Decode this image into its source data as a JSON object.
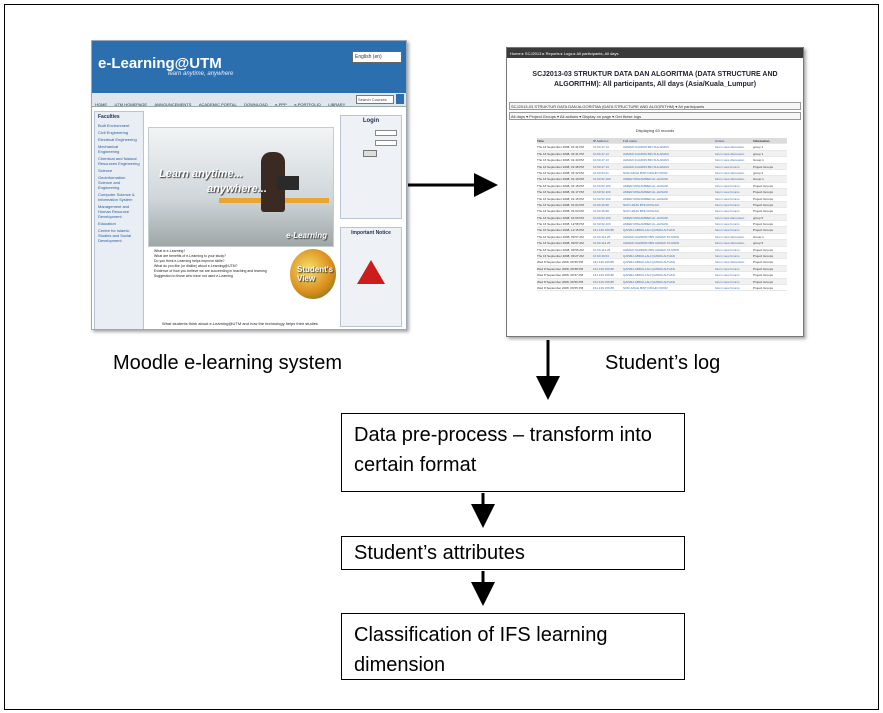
{
  "moodle": {
    "logo": "e-Learning@UTM",
    "tagline": "learn anytime, anywhere",
    "language": "English (en)",
    "nav_items": [
      "HOME",
      "UTM HOMEPAGE",
      "ANNOUNCEMENTS",
      "ACADEMIC PORTAL",
      "DOWNLOAD",
      "e-PPP",
      "e-PORTFOLIO",
      "LIBRARY"
    ],
    "search_placeholder": "Search Courses",
    "faculties_title": "Faculties",
    "faculties": [
      "Built Environment",
      "Civil Engineering",
      "Electrical Engineering",
      "Mechanical Engineering",
      "Chemical and Natural Resources Engineering",
      "Science",
      "Geoinformation Science and Engineering",
      "Computer Science & Information System",
      "Management and Human Resource Development",
      "Education",
      "Centre for Islamic Studies and Social Development"
    ],
    "photo_text_1": "Learn anytime...",
    "photo_text_2": "anywhere...",
    "photo_brand": "e-Learning",
    "bullets": [
      "What is e-Learning?",
      "What are benefits of e-Learning to your study?",
      "Do you think e-Learning helps improve skills?",
      "What do you like (or dislike) about e-Learning@UTM?",
      "Evidence of how you believe we are succeeding in teaching and learning",
      "Suggestion to those who have not used e-Learning"
    ],
    "badge": "Student's View",
    "login_title": "Login",
    "notice_title": "Important Notice",
    "footer": "What students think about e-Learning@UTM and how the technology helps their studies"
  },
  "log": {
    "breadcrumb": "Home ▸ SCJ2013 ▸ Reports ▸ Logs ▸ All participants, All days",
    "title": "SCJ2013-03 STRUKTUR DATA DAN ALGORITMA (DATA STRUCTURE AND ALGORITHM): All participants, All days (Asia/Kuala_Lumpur)",
    "filter_1": "SCJ2013-03 STRUKTUR DATA DAN ALGORITMA (DATA STRUCTURE AND ALGORITHM) ▾  All participants",
    "filter_2": "All days ▾   Project Groups ▾   All actions ▾   Display on page ▾   Get these logs",
    "count_label": "Displaying 63 records",
    "headers": [
      "Time",
      "IP Address",
      "Full name",
      "Action",
      "Information"
    ],
    "rows": [
      [
        "Thu 16 September 2008, 01:41 PM",
        "10.60.47.13",
        "AHMAD KHAIDIN BIN SULAIMAN",
        "forum view discussion",
        "group 1"
      ],
      [
        "Thu 16 September 2008, 01:41 PM",
        "10.60.47.13",
        "AHMAD KHAIDIN BIN SULAIMAN",
        "forum view discussion",
        "group 1"
      ],
      [
        "Thu 16 September 2008, 01:40 PM",
        "10.60.47.13",
        "AHMAD KHAIDIN BIN SULAIMAN",
        "forum view discussion",
        "Group 1"
      ],
      [
        "Thu 16 September 2008, 01:38 PM",
        "10.60.47.13",
        "AHMAD KHAIDIN BIN SULAIMAN",
        "forum view forums",
        "Project Groups"
      ],
      [
        "Thu 16 September 2008, 01:32 PM",
        "10.60.54.21",
        "NOR AZIAH BINTI MOHD NOOR",
        "forum view discussion",
        "group 2"
      ],
      [
        "Thu 16 September 2008, 01:19 PM",
        "10.60.52.100",
        "AMIER MOHAMMED AL-HASANI",
        "forum view discussion",
        "Group 1"
      ],
      [
        "Thu 16 September 2008, 01:18 PM",
        "10.60.52.100",
        "AMIER MOHAMMED AL-HASANI",
        "forum view forums",
        "Project Groups"
      ],
      [
        "Thu 16 September 2008, 01:17 PM",
        "10.60.52.100",
        "AMIER MOHAMMED AL-HASANI",
        "forum view forums",
        "Project Groups"
      ],
      [
        "Thu 16 September 2008, 01:15 PM",
        "10.60.52.100",
        "AMIER MOHAMMED AL-HASANI",
        "forum view forums",
        "Project Groups"
      ],
      [
        "Thu 16 September 2008, 01:04 PM",
        "10.60.46.98",
        "NUR HAIZA BTE ROSLAN",
        "forum view forums",
        "Project Groups"
      ],
      [
        "Thu 16 September 2008, 01:03 PM",
        "10.60.46.98",
        "NUR HAIZA BTE ROSLAN",
        "forum view forums",
        "Project Groups"
      ],
      [
        "Thu 16 September 2008, 01:00 PM",
        "10.60.52.100",
        "AMIER MOHAMMED AL-HASANI",
        "forum view discussion",
        "group 5"
      ],
      [
        "Thu 16 September 2008, 12:58 PM",
        "10.60.52.100",
        "AMIER MOHAMMED AL-HASANI",
        "forum view forums",
        "Project Groups"
      ],
      [
        "Thu 16 September 2008, 12:15 PM",
        "161.139.156.88",
        "QAISRA ABDULLAH QAISRA ALTHAN",
        "forum view forums",
        "Project Groups"
      ],
      [
        "Thu 16 September 2008, 09:57 AM",
        "10.60.114.25",
        "AHMAD NAZZIRIN BIN AHMAD TAJUDIN",
        "forum view discussion",
        "Group 1"
      ],
      [
        "Thu 16 September 2008, 09:57 AM",
        "10.60.114.25",
        "AHMAD NAZZIRIN BIN AHMAD TAJUDIN",
        "forum view discussion",
        "group 5"
      ],
      [
        "Thu 16 September 2008, 09:56 AM",
        "10.60.114.25",
        "AHMAD NAZZIRIN BIN AHMAD TAJUDIN",
        "forum view forums",
        "Project Groups"
      ],
      [
        "Thu 16 September 2008, 09:27 AM",
        "10.60.39.54",
        "QAISRA ABDULLAH QAISRA ALTHAN",
        "forum view forums",
        "Project Groups"
      ],
      [
        "Wed 8 September 2008, 09:59 PM",
        "161.139.156.88",
        "QAISRA ABDULLAH QAISRA ALTHAN",
        "forum view discussion",
        "Project Groups"
      ],
      [
        "Wed 8 September 2008, 09:58 PM",
        "161.139.156.88",
        "QAISRA ABDULLAH QAISRA ALTHAN",
        "forum view forums",
        "Project Groups"
      ],
      [
        "Wed 8 September 2008, 09:57 PM",
        "161.139.156.88",
        "QAISRA ABDULLAH QAISRA ALTHAN",
        "forum view forums",
        "Project Groups"
      ],
      [
        "Wed 8 September 2008, 09:56 PM",
        "161.139.156.88",
        "QAISRA ABDULLAH QAISRA ALTHAN",
        "forum view forums",
        "Project Groups"
      ],
      [
        "Wed 8 September 2008, 09:55 PM",
        "161.139.156.88",
        "NOR AZIAH BINTI MOHD NOOR",
        "forum view forums",
        "Project Groups"
      ]
    ]
  },
  "captions": {
    "moodle": "Moodle e-learning system",
    "log": "Student’s log"
  },
  "steps": {
    "preprocess": "Data pre-process – transform into certain format",
    "attributes": "Student’s attributes",
    "classification": "Classification of IFS learning dimension"
  }
}
